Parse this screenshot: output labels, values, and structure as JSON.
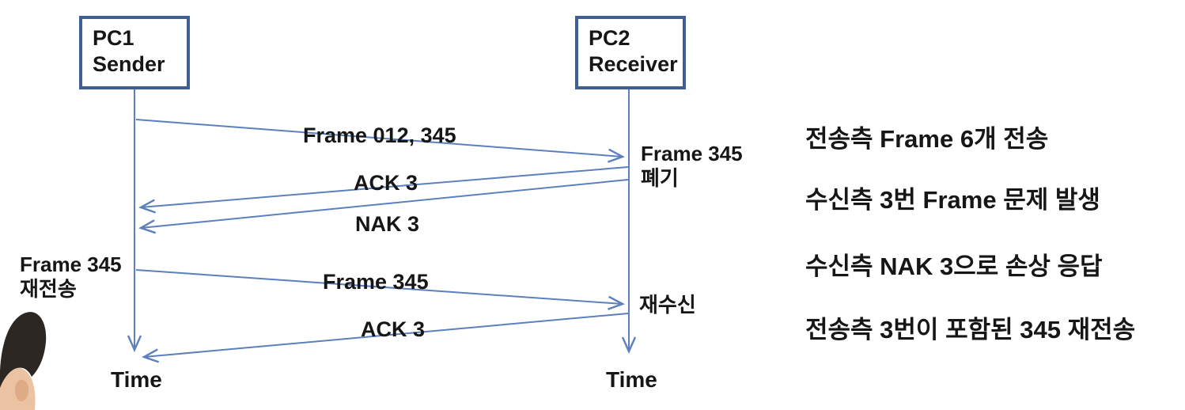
{
  "diagram": {
    "sender_box": {
      "line1": "PC1",
      "line2": "Sender"
    },
    "receiver_box": {
      "line1": "PC2",
      "line2": "Receiver"
    },
    "messages": {
      "frame_first": "Frame 012, 345",
      "ack_first": "ACK 3",
      "nak": "NAK 3",
      "frame_retx": "Frame 345",
      "ack_second": "ACK 3"
    },
    "events": {
      "discard_line1": "Frame 345",
      "discard_line2": "폐기",
      "resend_line1": "Frame 345",
      "resend_line2": "재전송",
      "rereceive": "재수신"
    },
    "time_sender": "Time",
    "time_receiver": "Time"
  },
  "notes": [
    "전송측 Frame 6개 전송",
    "수신측 3번 Frame 문제 발생",
    "수신측 NAK 3으로 손상 응답",
    "전송측 3번이 포함된 345 재전송"
  ],
  "colors": {
    "line_blue": "#5C80BE",
    "box_border": "#3D5F94",
    "text_color": "#161616"
  }
}
